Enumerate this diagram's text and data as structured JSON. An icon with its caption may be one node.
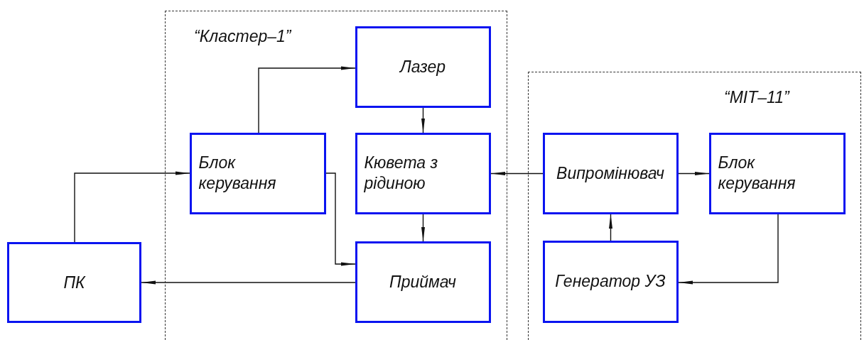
{
  "diagram": {
    "nodes": [
      {
        "text": [
          "ПК"
        ]
      },
      {
        "text": [
          "“Кластер–1”"
        ]
      },
      {
        "text": [
          "Блок керування"
        ],
        "in": 1
      },
      {
        "text": [
          "Лазер"
        ],
        "in": 1
      },
      {
        "text": [
          "Кювета з рідиною"
        ],
        "in": 1
      },
      {
        "text": [
          "Приймач"
        ],
        "in": 1
      },
      {
        "text": [
          "“МІТ–11”"
        ]
      },
      {
        "text": [
          "Випромінювач"
        ],
        "in": 6
      },
      {
        "text": [
          "Блок керування"
        ],
        "in": 6
      },
      {
        "text": [
          "Генератор УЗ"
        ],
        "in": 6
      }
    ],
    "edges": [
      {
        "from": 0,
        "to": 2,
        "arrow": "to"
      },
      {
        "from": 2,
        "to": 3,
        "arrow": "to"
      },
      {
        "from": 3,
        "to": 4,
        "arrow": "to"
      },
      {
        "from": 4,
        "to": 5,
        "arrow": "to"
      },
      {
        "from": 2,
        "to": 5,
        "arrow": "to"
      },
      {
        "from": 5,
        "to": 0,
        "arrow": "to"
      },
      {
        "from": 7,
        "to": 4,
        "arrow": "to"
      },
      {
        "from": 7,
        "to": 8,
        "arrow": "to"
      },
      {
        "from": 9,
        "to": 7,
        "arrow": "to"
      },
      {
        "from": 8,
        "to": 9,
        "arrow": "to"
      }
    ]
  }
}
